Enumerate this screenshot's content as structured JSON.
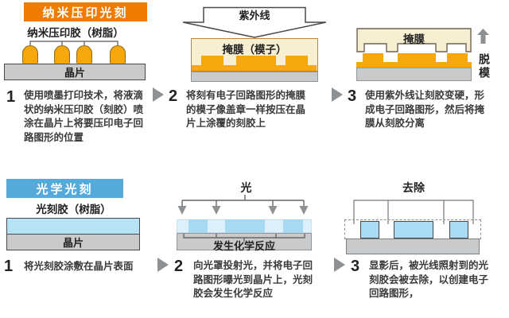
{
  "nano_section": {
    "title": "纳米压印光刻",
    "resist_label": "纳米压印胶（树脂）",
    "wafer_label": "晶片",
    "uv_arrow_label": "紫外线",
    "mask_mold_label": "掩膜（模子）",
    "mask_label": "掩膜",
    "demold_label": "脱模",
    "steps": [
      {
        "num": "1",
        "text": "使用喷墨打印技术，将液滴状的纳米压印胶（刻胶）喷涂在晶片上将要压印电子回路图形的位置"
      },
      {
        "num": "2",
        "text": "将刻有电子回路图形的掩膜的模子像盖章一样按压在晶片上涂覆的刻胶上"
      },
      {
        "num": "3",
        "text": "使用紫外线让刻胶变硬，形成电子回路图形，然后将掩膜从刻胶分离"
      }
    ]
  },
  "optical_section": {
    "title": "光学光刻",
    "resist_label": "光刻胶（树脂）",
    "wafer_label": "晶片",
    "light_label": "光",
    "reaction_label": "发生化学反应",
    "removal_label": "去除",
    "steps": [
      {
        "num": "1",
        "text": "将光刻胶涂敷在晶片表面"
      },
      {
        "num": "2",
        "text": "向光罩投射光，并将电子回路图形曝光到晶片上，光刻胶会发生化学反应"
      },
      {
        "num": "3",
        "text": "显影后，被光线照射到的光刻胶会被去除，以创建电子回路图形，"
      }
    ]
  },
  "colors": {
    "nano_accent": "#EF7C00",
    "optical_accent": "#55A9DB",
    "resin_orange": "#F6A70B",
    "mask_cream": "#F8EFD2",
    "mask_border": "#C5862B",
    "wafer_gray": "#C9CACB",
    "resist_blue": "#B5E2F6",
    "exposed_blue": "#A7DAF2",
    "pale_blue": "#DEF1FA",
    "arrow_gray": "#8E9194",
    "outline_dark": "#4A4A4A"
  }
}
